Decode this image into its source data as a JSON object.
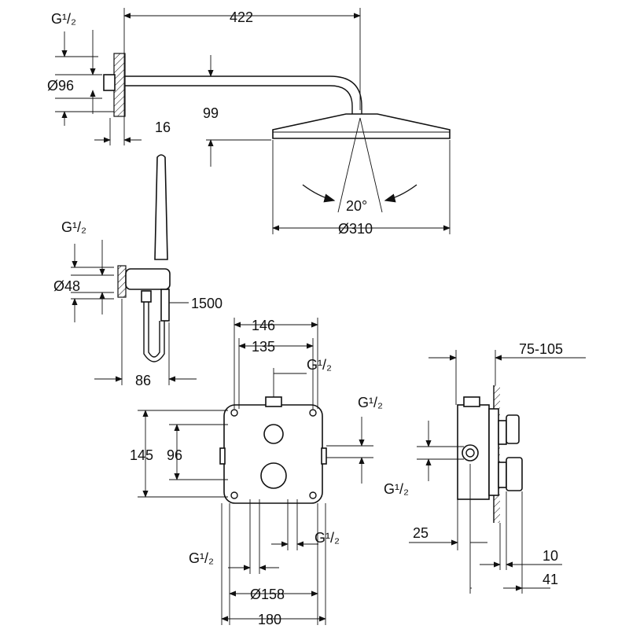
{
  "title": "Shower system dimension drawing",
  "labels": {
    "overall_arm_length": "422",
    "arm_inlet": "G¹/₂",
    "wall_flange_dia": "Ø96",
    "flange_depth": "16",
    "arm_height": "99",
    "spray_angle": "20°",
    "head_dia": "Ø310",
    "handshower_inlet": "G¹/₂",
    "handshower_flange_dia": "Ø48",
    "hose_length": "1500",
    "handshower_projection": "86",
    "plate_width": "146",
    "fixing_width": "135",
    "top_outlet": "G¹/₂",
    "side_outlet": "G¹/₂",
    "plate_height": "145",
    "fixing_height": "96",
    "bottom_inlet_left": "G¹/₂",
    "bottom_inlet_right": "G¹/₂",
    "rosette_dia": "Ø158",
    "cover_width": "180",
    "install_depth": "75-105",
    "side_view_outlet": "G¹/₂",
    "side_offset": "25",
    "cover_depth": "10",
    "handle_projection": "41"
  }
}
